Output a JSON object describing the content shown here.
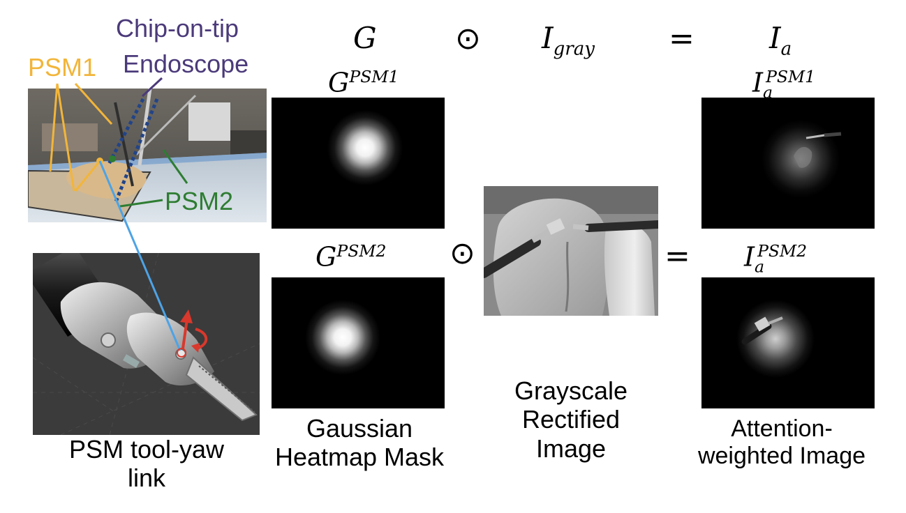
{
  "equation": {
    "G": "G",
    "odot": "⊙",
    "I": "I",
    "gray_sub": "gray",
    "equals": "=",
    "a_sub": "a"
  },
  "panel_labels": {
    "g_psm1_sup": "PSM1",
    "g_psm2_sup": "PSM2",
    "ia_psm1_sup": "PSM1",
    "ia_psm2_sup": "PSM2"
  },
  "photo_labels": {
    "psm1": "PSM1",
    "endoscope_line1": "Chip-on-tip",
    "endoscope_line2": "Endoscope",
    "psm2": "PSM2"
  },
  "captions": {
    "tool_line1": "PSM tool-yaw",
    "tool_line2": "link",
    "gaussian_line1": "Gaussian",
    "gaussian_line2": "Heatmap Mask",
    "gray_line1": "Grayscale",
    "gray_line2": "Rectified",
    "gray_line3": "Image",
    "att_line1": "Attention-",
    "att_line2": "weighted Image"
  },
  "colors": {
    "psm1": "#F2B53A",
    "endoscope": "#4B3A7A",
    "psm2": "#2E7D32",
    "link_line": "#4DA3E6",
    "yaw_arrow": "#D9382C"
  }
}
